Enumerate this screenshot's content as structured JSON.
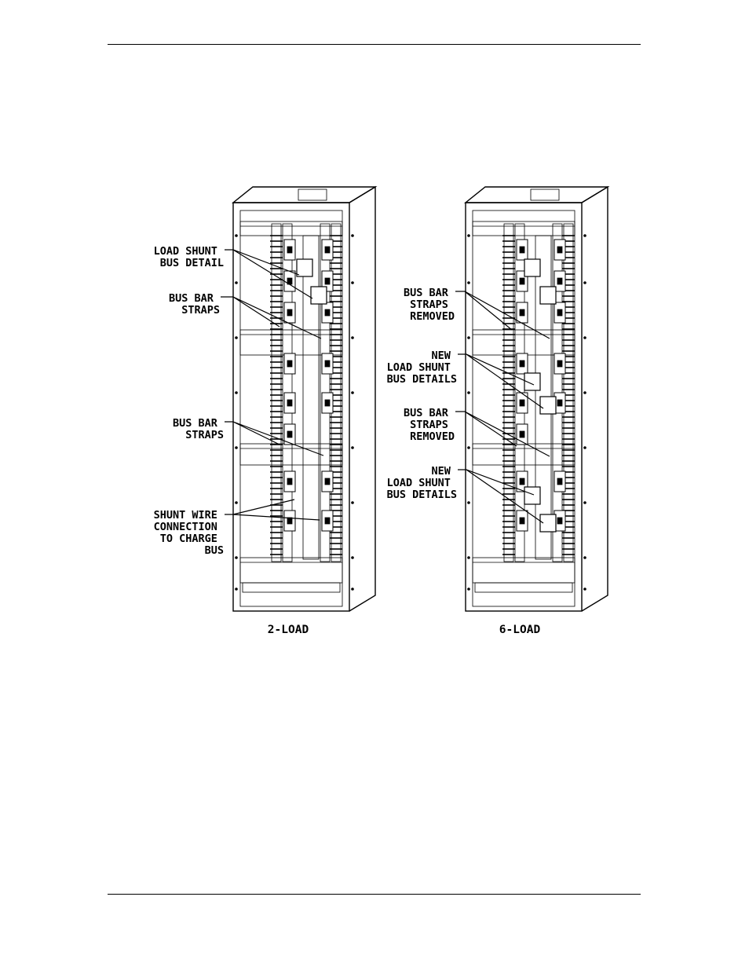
{
  "figure": {
    "panels": [
      {
        "caption": "2-LOAD",
        "callouts": [
          {
            "lines": [
              "LOAD SHUNT",
              "BUS DETAIL"
            ]
          },
          {
            "lines": [
              "BUS BAR",
              "STRAPS"
            ]
          },
          {
            "lines": [
              "BUS BAR",
              "STRAPS"
            ]
          },
          {
            "lines": [
              "SHUNT WIRE",
              "CONNECTION",
              "TO CHARGE",
              "BUS"
            ]
          }
        ]
      },
      {
        "caption": "6-LOAD",
        "callouts": [
          {
            "lines": [
              "BUS BAR",
              "STRAPS",
              "REMOVED"
            ]
          },
          {
            "lines": [
              "NEW",
              "LOAD SHUNT",
              "BUS DETAILS"
            ]
          },
          {
            "lines": [
              "BUS BAR",
              "STRAPS",
              "REMOVED"
            ]
          },
          {
            "lines": [
              "NEW",
              "LOAD SHUNT",
              "BUS DETAILS"
            ]
          }
        ]
      }
    ]
  }
}
